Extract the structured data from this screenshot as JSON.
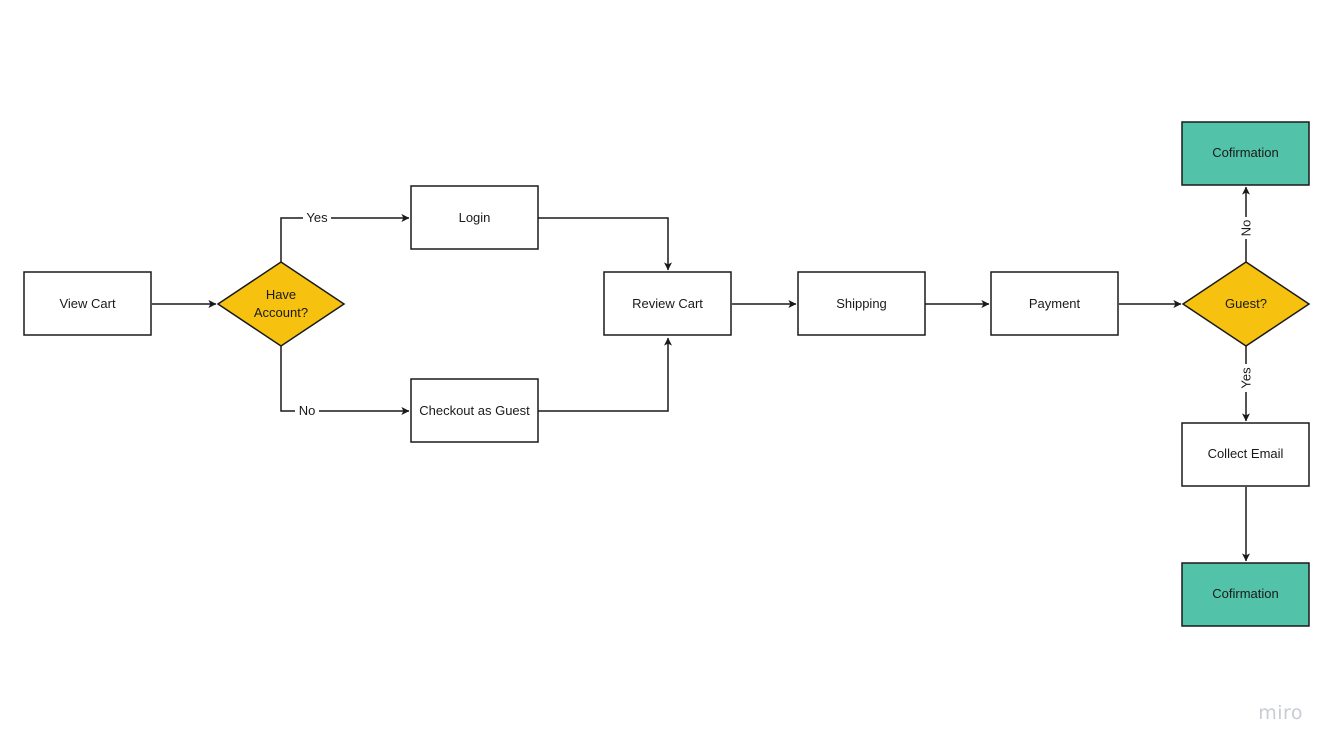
{
  "diagram": {
    "nodes": {
      "view_cart": {
        "label": "View Cart",
        "shape": "process",
        "fill": "#ffffff"
      },
      "have_account": {
        "label_lines": [
          "Have",
          "Account?"
        ],
        "shape": "decision",
        "fill": "#f6c20f"
      },
      "login": {
        "label": "Login",
        "shape": "process",
        "fill": "#ffffff"
      },
      "checkout_guest": {
        "label": "Checkout as Guest",
        "shape": "process",
        "fill": "#ffffff"
      },
      "review_cart": {
        "label": "Review Cart",
        "shape": "process",
        "fill": "#ffffff"
      },
      "shipping": {
        "label": "Shipping",
        "shape": "process",
        "fill": "#ffffff"
      },
      "payment": {
        "label": "Payment",
        "shape": "process",
        "fill": "#ffffff"
      },
      "guest": {
        "label": "Guest?",
        "shape": "decision",
        "fill": "#f6c20f"
      },
      "confirmation_top": {
        "label": "Cofirmation",
        "shape": "process",
        "fill": "#52c3a9"
      },
      "collect_email": {
        "label": "Collect Email",
        "shape": "process",
        "fill": "#ffffff"
      },
      "confirmation_bottom": {
        "label": "Cofirmation",
        "shape": "process",
        "fill": "#52c3a9"
      }
    },
    "edges": [
      {
        "from": "view_cart",
        "to": "have_account",
        "label": ""
      },
      {
        "from": "have_account",
        "to": "login",
        "label": "Yes"
      },
      {
        "from": "have_account",
        "to": "checkout_guest",
        "label": "No"
      },
      {
        "from": "login",
        "to": "review_cart",
        "label": ""
      },
      {
        "from": "checkout_guest",
        "to": "review_cart",
        "label": ""
      },
      {
        "from": "review_cart",
        "to": "shipping",
        "label": ""
      },
      {
        "from": "shipping",
        "to": "payment",
        "label": ""
      },
      {
        "from": "payment",
        "to": "guest",
        "label": ""
      },
      {
        "from": "guest",
        "to": "confirmation_top",
        "label": "No"
      },
      {
        "from": "guest",
        "to": "collect_email",
        "label": "Yes"
      },
      {
        "from": "collect_email",
        "to": "confirmation_bottom",
        "label": ""
      }
    ],
    "colors": {
      "stroke": "#1a1a1a",
      "decision_fill": "#f6c20f",
      "terminal_fill": "#52c3a9",
      "process_fill": "#ffffff"
    }
  },
  "watermark": "miro"
}
